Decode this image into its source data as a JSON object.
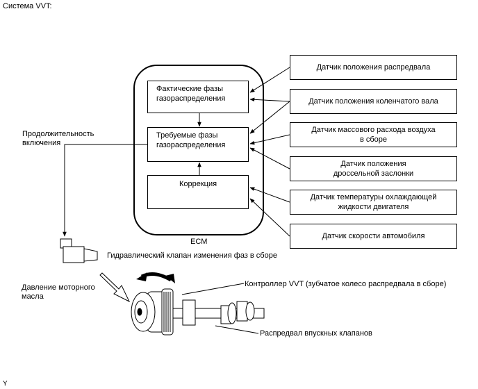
{
  "title": "Система VVT:",
  "ecm": {
    "label": "ECM",
    "actual_phases": "Фактические фазы\nгазораспределения",
    "target_phases": "Требуемые фазы\nгазораспределения",
    "correction": "Коррекция"
  },
  "sensors": [
    "Датчик положения распредвала",
    "Датчик положения коленчатого вала",
    "Датчик массового расхода воздуха\nв сборе",
    "Датчик положения\nдроссельной заслонки",
    "Датчик температуры охлаждающей\nжидкости двигателя",
    "Датчик скорости автомобиля"
  ],
  "labels": {
    "duty": "Продолжительность\nвключения",
    "ocv": "Гидравлический клапан изменения фаз в сборе",
    "oil_pressure": "Давление моторного\nмасла",
    "vvt_controller": "Контроллер VVT (зубчатое колесо распредвала в сборе)",
    "intake_camshaft": "Распредвал впускных клапанов",
    "corner_mark": "Y"
  }
}
